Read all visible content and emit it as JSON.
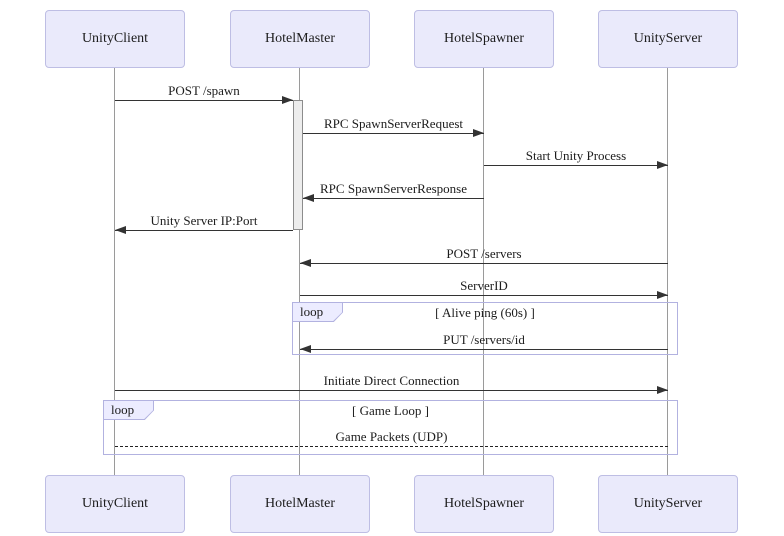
{
  "seq": {
    "participants": [
      {
        "name": "UnityClient"
      },
      {
        "name": "HotelMaster"
      },
      {
        "name": "HotelSpawner"
      },
      {
        "name": "UnityServer"
      }
    ],
    "messages": [
      {
        "label": "POST /spawn",
        "from": "UnityClient",
        "to": "HotelMaster",
        "line": "solid",
        "arrow": "right"
      },
      {
        "label": "RPC SpawnServerRequest",
        "from": "HotelMaster",
        "to": "HotelSpawner",
        "line": "solid",
        "arrow": "right"
      },
      {
        "label": "Start Unity Process",
        "from": "HotelSpawner",
        "to": "UnityServer",
        "line": "solid",
        "arrow": "right"
      },
      {
        "label": "RPC SpawnServerResponse",
        "from": "HotelSpawner",
        "to": "HotelMaster",
        "line": "solid",
        "arrow": "left"
      },
      {
        "label": "Unity Server IP:Port",
        "from": "HotelMaster",
        "to": "UnityClient",
        "line": "solid",
        "arrow": "left"
      },
      {
        "label": "POST /servers",
        "from": "UnityServer",
        "to": "HotelMaster",
        "line": "solid",
        "arrow": "left"
      },
      {
        "label": "ServerID",
        "from": "HotelMaster",
        "to": "UnityServer",
        "line": "solid",
        "arrow": "right"
      },
      {
        "label": "PUT /servers/id",
        "from": "UnityServer",
        "to": "HotelMaster",
        "line": "solid",
        "arrow": "left",
        "inside_loop": "Alive ping"
      },
      {
        "label": "Initiate Direct Connection",
        "from": "UnityClient",
        "to": "UnityServer",
        "line": "solid",
        "arrow": "right"
      },
      {
        "label": "Game Packets (UDP)",
        "from": "UnityClient",
        "to": "UnityServer",
        "line": "dashed",
        "arrow": "none",
        "inside_loop": "Game Loop"
      }
    ],
    "loops": [
      {
        "label": "loop",
        "condition": "[ Alive ping (60s) ]"
      },
      {
        "label": "loop",
        "condition": "[ Game Loop ]"
      }
    ],
    "colors": {
      "participant_fill": "#eaeafb",
      "participant_border": "#bebee4",
      "loop_border": "#b2b2e0",
      "loop_tab_fill": "#ececff",
      "activation_fill": "#ededed",
      "lifeline": "#9a9a9a",
      "arrow": "#333333"
    }
  }
}
